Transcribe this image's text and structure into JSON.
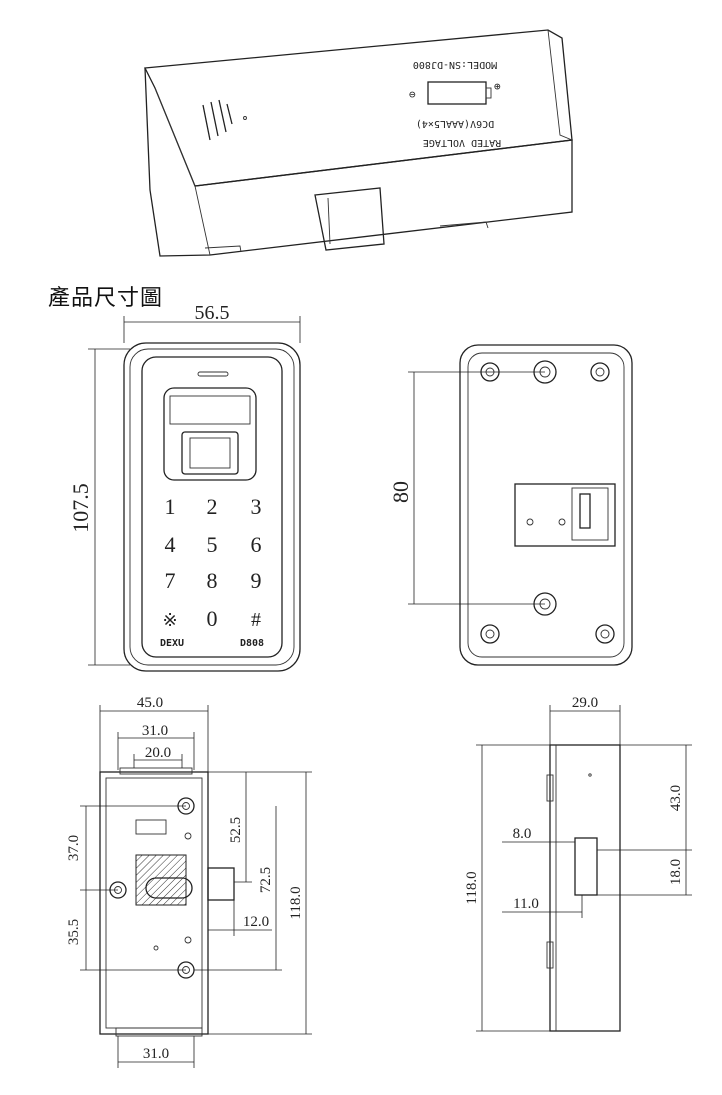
{
  "heading": "產品尺寸圖",
  "battery_box": {
    "model": "MODEL:SN-DJ800",
    "voltage_label": "RATED VOLTAGE",
    "voltage_value": "DC6V(AAAL5×4)",
    "minus_sign": "⊖",
    "plus_sign": "⊕"
  },
  "front_view": {
    "width": "56.5",
    "height": "107.5",
    "keys": [
      "1",
      "2",
      "3",
      "4",
      "5",
      "6",
      "7",
      "8",
      "9",
      "※",
      "0",
      "#"
    ],
    "brand": "DEXU",
    "model": "D808"
  },
  "back_view": {
    "hole_spacing": "80"
  },
  "side_view_a": {
    "width_outer": "45.0",
    "width_mid": "31.0",
    "width_inner": "20.0",
    "height_total": "118.0",
    "height_72": "72.5",
    "height_52": "52.5",
    "left_37": "37.0",
    "left_35": "35.5",
    "bolt_12": "12.0",
    "bottom_31": "31.0"
  },
  "side_view_b": {
    "width": "29.0",
    "height_total": "118.0",
    "top_43": "43.0",
    "mid_18": "18.0",
    "offset_8": "8.0",
    "offset_11": "11.0"
  }
}
